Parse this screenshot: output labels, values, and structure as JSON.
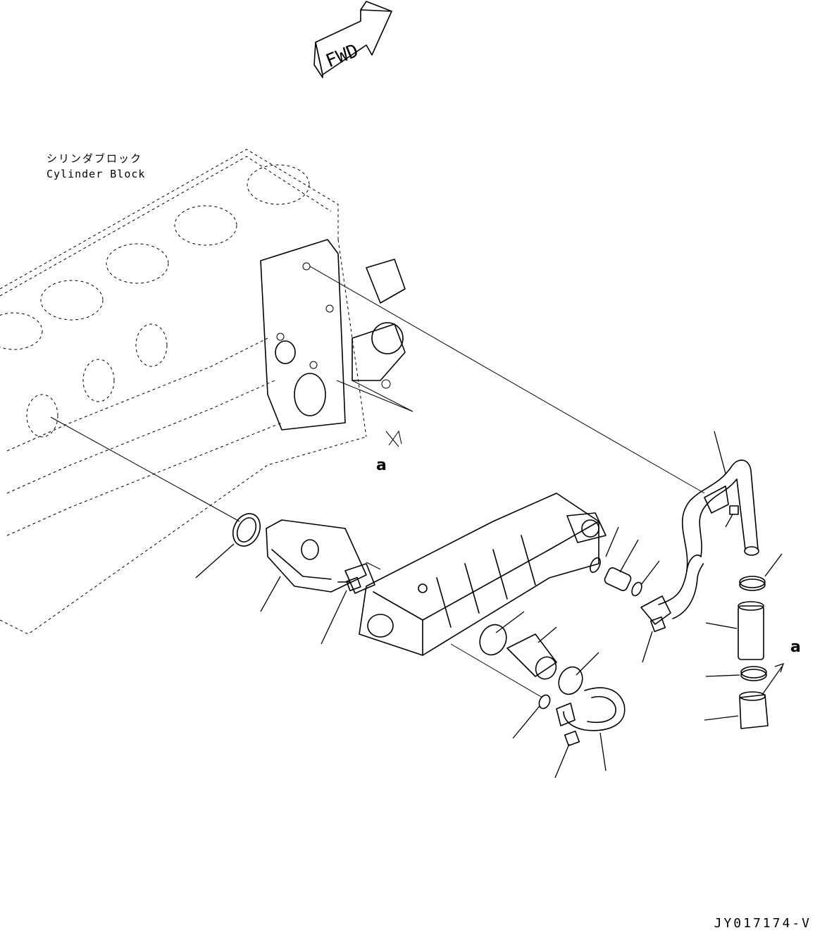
{
  "diagram": {
    "fwd_arrow_label": "FWD",
    "cylinder_block_label_jp": "シリンダブロック",
    "cylinder_block_label_en": "Cylinder Block",
    "callout_a": "a",
    "drawing_number": "JY017174-V"
  }
}
